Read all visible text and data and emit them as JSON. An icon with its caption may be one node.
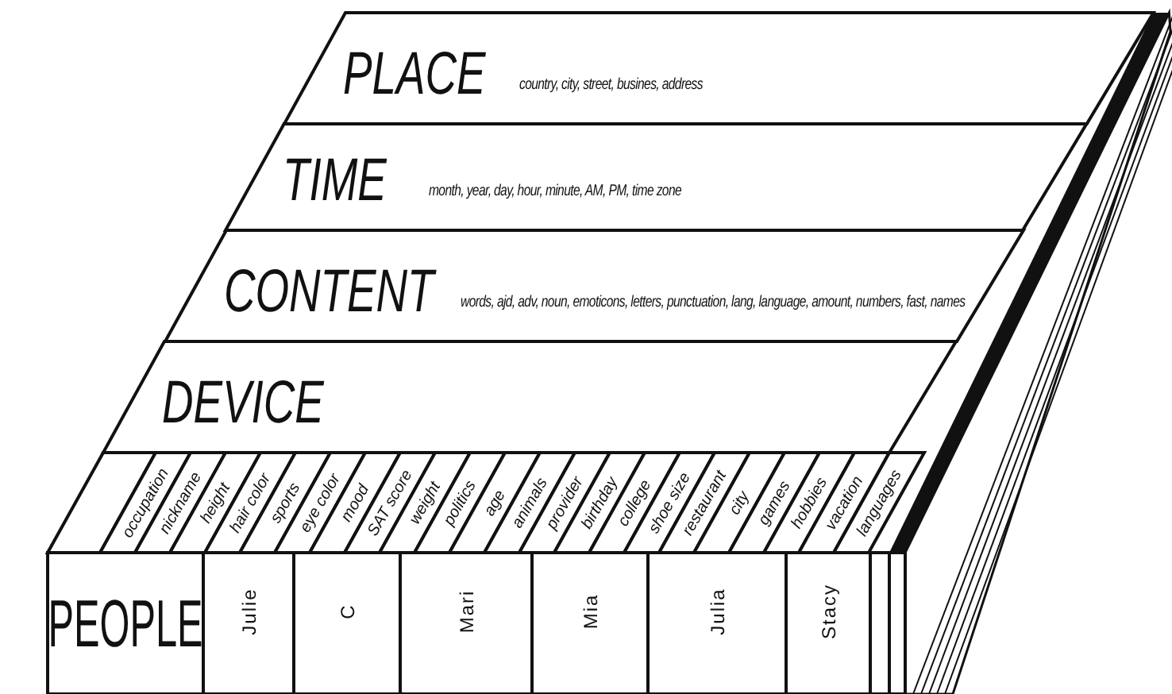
{
  "diagram": {
    "nodes": [
      {
        "text": [
          "PLACE",
          "country, city, street, busines, address"
        ]
      },
      {
        "text": [
          "TIME",
          "month, year, day, hour, minute, AM, PM, time zone"
        ]
      },
      {
        "text": [
          "CONTENT",
          "words, ajd, adv, noun, emoticons, letters, punctuation, lang, language, amount, numbers, fast, names"
        ]
      },
      {
        "text": [
          "DEVICE"
        ]
      },
      {
        "text": [],
        "shape": "box"
      },
      {
        "text": [
          "occupation"
        ]
      },
      {
        "text": [
          "nickname"
        ]
      },
      {
        "text": [
          "height"
        ]
      },
      {
        "text": [
          "hair color"
        ]
      },
      {
        "text": [
          "sports"
        ]
      },
      {
        "text": [
          "eye color"
        ]
      },
      {
        "text": [
          "mood"
        ]
      },
      {
        "text": [
          "SAT score"
        ]
      },
      {
        "text": [
          "weight"
        ]
      },
      {
        "text": [
          "politics"
        ]
      },
      {
        "text": [
          "age"
        ]
      },
      {
        "text": [
          "animals"
        ]
      },
      {
        "text": [
          "provider"
        ]
      },
      {
        "text": [
          "birthday"
        ]
      },
      {
        "text": [
          "college"
        ]
      },
      {
        "text": [
          "shoe size"
        ]
      },
      {
        "text": [
          "restaurant"
        ]
      },
      {
        "text": [
          "city"
        ]
      },
      {
        "text": [
          "games"
        ]
      },
      {
        "text": [
          "hobbies"
        ]
      },
      {
        "text": [
          "vacation"
        ]
      },
      {
        "text": [
          "languages"
        ]
      },
      {
        "text": [
          "PEOPLE"
        ]
      },
      {
        "text": [
          "Julie"
        ]
      },
      {
        "text": [
          "C"
        ]
      },
      {
        "text": [
          "Mari"
        ]
      },
      {
        "text": [
          "Mia"
        ]
      },
      {
        "text": [
          "Julia"
        ]
      },
      {
        "text": [
          "Stacy"
        ]
      },
      {
        "text": [],
        "shape": "box"
      }
    ]
  }
}
